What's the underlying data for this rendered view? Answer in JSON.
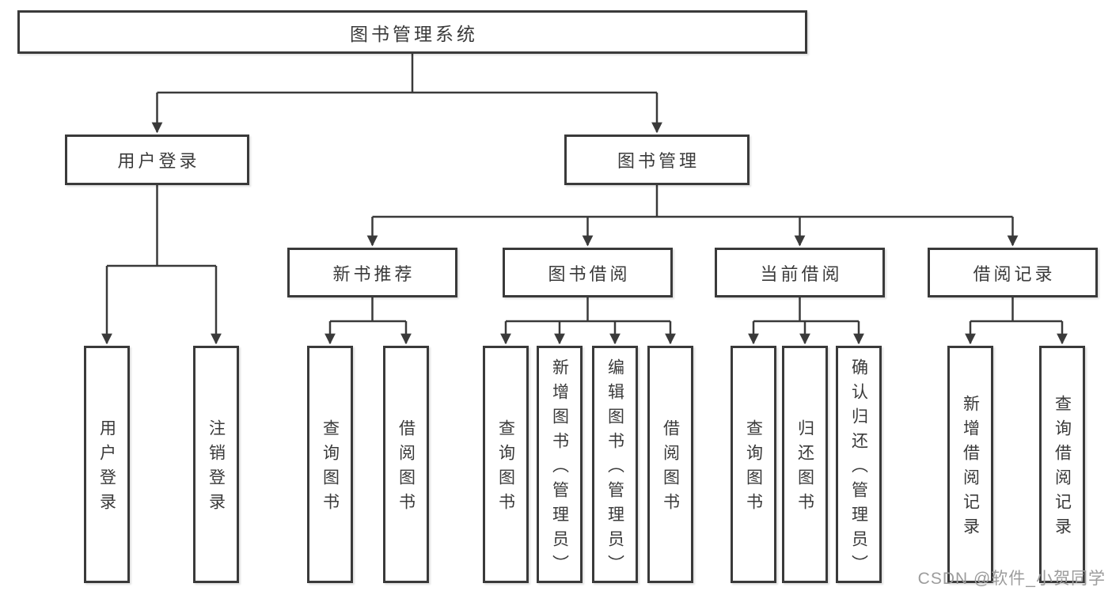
{
  "diagram": {
    "watermark": "CSDN @软件_小贺同学",
    "nodes": {
      "root": {
        "label": "图书管理系统"
      },
      "userLogin": {
        "label": "用户登录"
      },
      "bookMgmt": {
        "label": "图书管理"
      },
      "newBookRec": {
        "label": "新书推荐"
      },
      "bookBorrow": {
        "label": "图书借阅"
      },
      "currentBorrow": {
        "label": "当前借阅"
      },
      "borrowRecords": {
        "label": "借阅记录"
      },
      "leafUserLogin": {
        "label": "用户登录"
      },
      "leafLogout": {
        "label": "注销登录"
      },
      "leafRecQuery": {
        "label": "查询图书"
      },
      "leafRecBorrow": {
        "label": "借阅图书"
      },
      "leafBbQuery": {
        "label": "查询图书"
      },
      "leafBbAdd": {
        "label": "新增图书（管理员）"
      },
      "leafBbEdit": {
        "label": "编辑图书（管理员）"
      },
      "leafBbBorrow": {
        "label": "借阅图书"
      },
      "leafCbQuery": {
        "label": "查询图书"
      },
      "leafCbReturn": {
        "label": "归还图书"
      },
      "leafCbConfirm": {
        "label": "确认归还（管理员）"
      },
      "leafBrAdd": {
        "label": "新增借阅记录"
      },
      "leafBrQuery": {
        "label": "查询借阅记录"
      }
    }
  }
}
